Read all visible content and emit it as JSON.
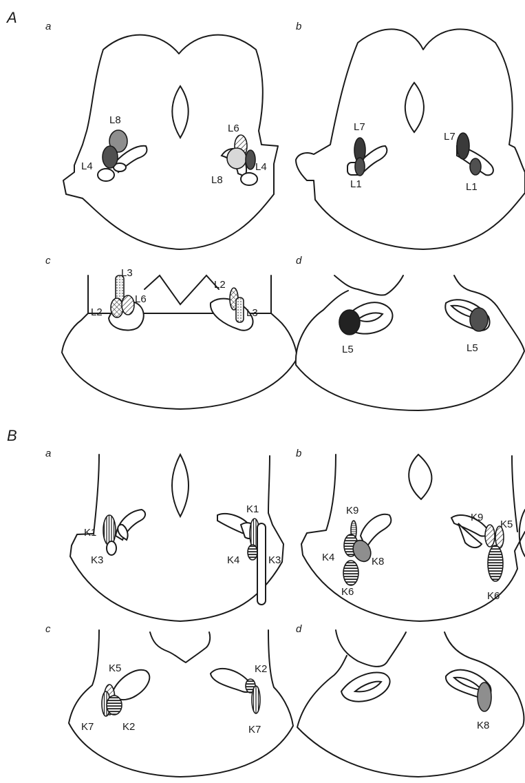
{
  "sections": [
    {
      "id": "A",
      "label": "A",
      "panels": [
        {
          "id": "a",
          "label": "a",
          "lesions": [
            "L8",
            "L4",
            "L6",
            "L4",
            "L8"
          ]
        },
        {
          "id": "b",
          "label": "b",
          "lesions": [
            "L7",
            "L1",
            "L7",
            "L1"
          ]
        },
        {
          "id": "c",
          "label": "c",
          "lesions": [
            "L3",
            "L6",
            "L2",
            "L2",
            "L3"
          ]
        },
        {
          "id": "d",
          "label": "d",
          "lesions": [
            "L5",
            "L5"
          ]
        }
      ]
    },
    {
      "id": "B",
      "label": "B",
      "panels": [
        {
          "id": "a",
          "label": "a",
          "lesions": [
            "K1",
            "K3",
            "K1",
            "K4",
            "K3"
          ]
        },
        {
          "id": "b",
          "label": "b",
          "lesions": [
            "K9",
            "K4",
            "K8",
            "K6",
            "K9",
            "K5",
            "K6"
          ]
        },
        {
          "id": "c",
          "label": "c",
          "lesions": [
            "K5",
            "K7",
            "K2",
            "K2",
            "K7"
          ]
        },
        {
          "id": "d",
          "label": "d",
          "lesions": [
            "K8"
          ]
        }
      ]
    }
  ],
  "lesion_fills": {
    "dark": "#505050",
    "darker": "#3a3a3a",
    "light": "#d8d8d8",
    "mid": "#8e8e8e",
    "black": "#222222"
  }
}
